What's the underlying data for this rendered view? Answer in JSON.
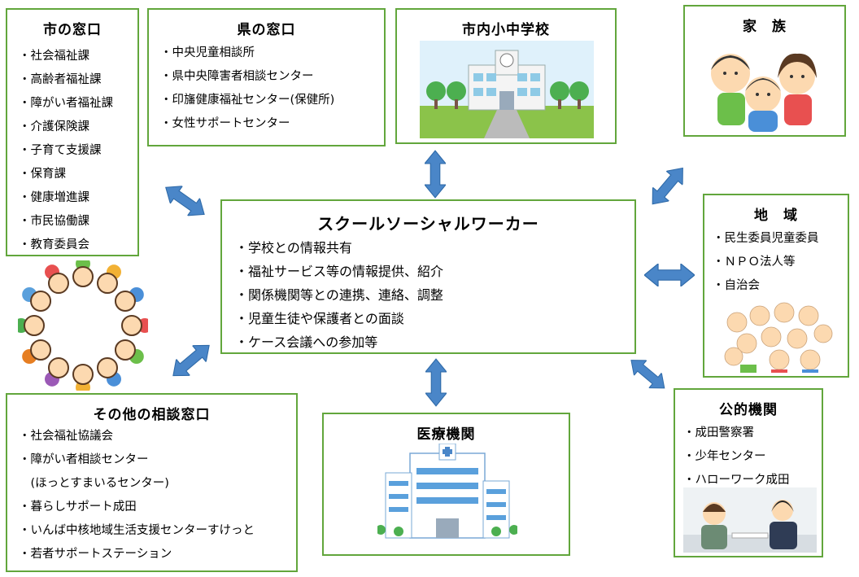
{
  "city_window": {
    "title": "市の窓口",
    "items": [
      "社会福祉課",
      "高齢者福祉課",
      "障がい者福祉課",
      "介護保険課",
      "子育て支援課",
      "保育課",
      "健康増進課",
      "市民協働課",
      "教育委員会"
    ]
  },
  "pref_window": {
    "title": "県の窓口",
    "items": [
      "中央児童相談所",
      "県中央障害者相談センター",
      "印旛健康福祉センター(保健所)",
      "女性サポートセンター"
    ]
  },
  "schools": {
    "title": "市内小中学校"
  },
  "family": {
    "title": "家　族"
  },
  "community": {
    "title": "地　域",
    "items": [
      "民生委員児童委員",
      "ＮＰＯ法人等",
      "自治会"
    ]
  },
  "public_agencies": {
    "title": "公的機関",
    "items": [
      "成田警察署",
      "少年センター",
      "ハローワーク成田"
    ]
  },
  "medical": {
    "title": "医療機関"
  },
  "other_windows": {
    "title": "その他の相談窓口",
    "items": [
      "社会福祉協議会",
      "障がい者相談センター",
      "(ほっとすまいるセンター)",
      "暮らしサポート成田",
      "いんば中核地域生活支援センターすけっと",
      "若者サポートステーション"
    ]
  },
  "ssw": {
    "title": "スクールソーシャルワーカー",
    "items": [
      "学校との情報共有",
      "福祉サービス等の情報提供、紹介",
      "関係機関等との連携、連絡、調整",
      "児童生徒や保護者との面談",
      "ケース会議への参加等"
    ]
  },
  "colors": {
    "border": "#62a63c",
    "arrow": "#4a86c8",
    "arrow_stroke": "#2f6aa8"
  }
}
